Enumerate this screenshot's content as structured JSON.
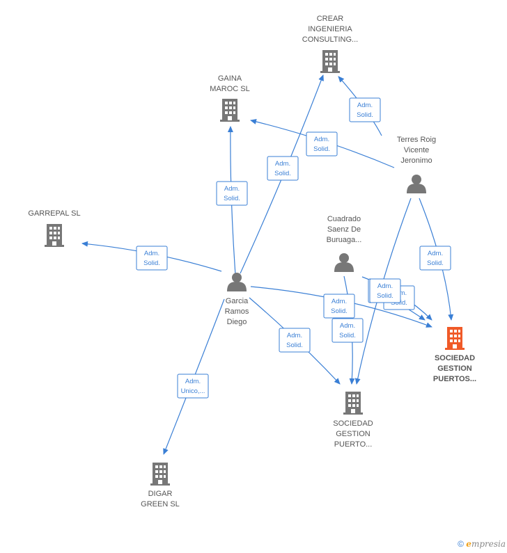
{
  "colors": {
    "edge": "#3a7fd5",
    "company": "#777777",
    "focus": "#f05a28",
    "person": "#777777"
  },
  "nodes": [
    {
      "id": "crear",
      "kind": "company",
      "lines": [
        "CREAR",
        "INGENIERIA",
        "CONSULTING..."
      ],
      "icon": "building-icon"
    },
    {
      "id": "gaina",
      "kind": "company",
      "lines": [
        "GAINA",
        "MAROC  SL"
      ],
      "icon": "building-icon"
    },
    {
      "id": "garrepal",
      "kind": "company",
      "lines": [
        "GARREPAL  SL"
      ],
      "icon": "building-icon"
    },
    {
      "id": "terres",
      "kind": "person",
      "lines": [
        "Terres Roig",
        "Vicente",
        "Jeronimo"
      ],
      "icon": "person-icon"
    },
    {
      "id": "cuadrado",
      "kind": "person",
      "lines": [
        "Cuadrado",
        "Saenz De",
        "Buruaga..."
      ],
      "icon": "person-icon"
    },
    {
      "id": "garcia",
      "kind": "person",
      "lines": [
        "Garcia",
        "Ramos",
        "Diego"
      ],
      "icon": "person-icon"
    },
    {
      "id": "sgp_focus",
      "kind": "focus",
      "lines": [
        "SOCIEDAD",
        "GESTION",
        "PUERTOS..."
      ],
      "icon": "building-icon"
    },
    {
      "id": "sgp2",
      "kind": "company",
      "lines": [
        "SOCIEDAD",
        "GESTION",
        "PUERTO..."
      ],
      "icon": "building-icon"
    },
    {
      "id": "digar",
      "kind": "company",
      "lines": [
        "DIGAR",
        "GREEN  SL"
      ],
      "icon": "building-icon"
    }
  ],
  "edges": [
    {
      "id": "e1",
      "lines": [
        "Adm.",
        "Solid."
      ]
    },
    {
      "id": "e2",
      "lines": [
        "Adm.",
        "Solid."
      ]
    },
    {
      "id": "e3",
      "lines": [
        "Adm.",
        "Solid."
      ]
    },
    {
      "id": "e4",
      "lines": [
        "Adm.",
        "Solid."
      ]
    },
    {
      "id": "e5",
      "lines": [
        "Adm.",
        "Solid."
      ]
    },
    {
      "id": "e6",
      "lines": [
        "Adm.",
        "Solid."
      ]
    },
    {
      "id": "e7",
      "lines": [
        "Adm.",
        "Solid."
      ]
    },
    {
      "id": "e8",
      "lines": [
        "Adm.",
        "Solid."
      ]
    },
    {
      "id": "e9",
      "lines": [
        "Adm.",
        "Unico,..."
      ]
    },
    {
      "id": "e10",
      "lines": [
        "Adm.",
        "Solid."
      ]
    },
    {
      "id": "e11",
      "lines": [
        "Adm.",
        "Solid."
      ]
    },
    {
      "id": "e12",
      "lines": [
        "Adm.",
        "Solid."
      ]
    },
    {
      "id": "e13",
      "lines": [
        "Adm.",
        "Solid."
      ]
    }
  ],
  "footer": {
    "copyright": "©",
    "brand_e": "e",
    "brand_rest": "mpresia"
  }
}
